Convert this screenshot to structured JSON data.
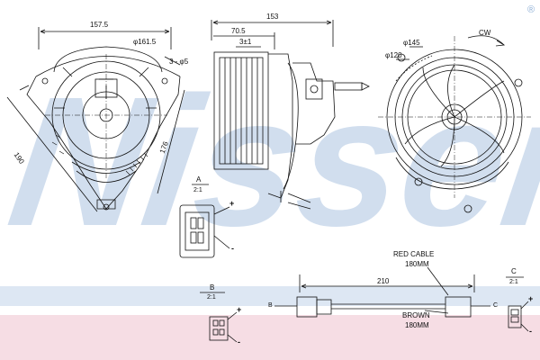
{
  "watermark": {
    "text": "Nissens",
    "registered_mark": "®",
    "color": "#b8cde6",
    "band_color": "#c9d9ec",
    "pink_band_color": "#f3d4dc"
  },
  "dimensions": {
    "width_157": "157.5",
    "dia_161": "φ161.5",
    "holes": "3 - φ5",
    "d190": "190",
    "d176": "176",
    "d153": "153",
    "d70": "70.5",
    "depth_3": "3±1",
    "dia_145": "φ145",
    "dia_120": "φ120",
    "rotation": "CW",
    "d210": "210"
  },
  "details": {
    "A_letter": "A",
    "A_scale": "2:1",
    "B_letter": "B",
    "B_scale": "2:1",
    "C_letter": "C",
    "C_scale": "2:1",
    "plus": "+",
    "minus": "-"
  },
  "cable": {
    "red_label": "RED CABLE",
    "red_len": "180MM",
    "brown_label": "BROWN",
    "brown_len": "180MM",
    "end_b": "B",
    "end_c": "C"
  }
}
